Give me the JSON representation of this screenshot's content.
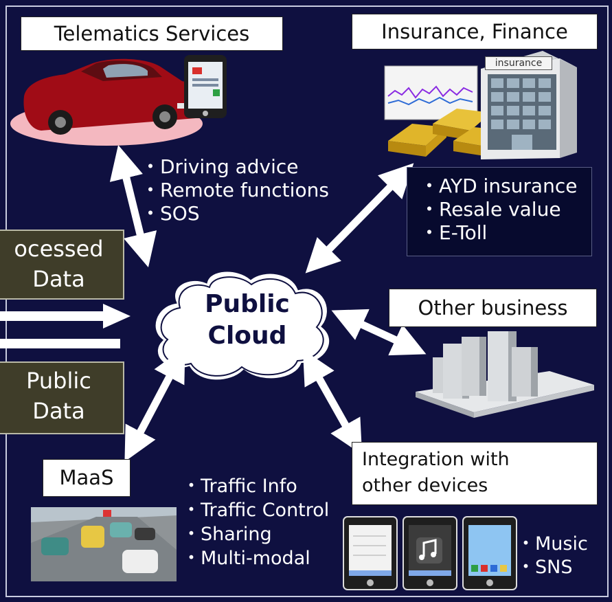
{
  "center": {
    "line1": "Public",
    "line2": "Cloud"
  },
  "telematics": {
    "title": "Telematics Services",
    "bullets": [
      "・Driving advice",
      "・Remote functions",
      "・SOS"
    ]
  },
  "insurance": {
    "title": "Insurance, Finance",
    "building_sign": "insurance",
    "bullets": [
      "・AYD insurance",
      "・Resale value",
      "・E-Toll"
    ]
  },
  "processed": {
    "line1": "ocessed",
    "line2": "Data"
  },
  "public_data": {
    "line1": "Public",
    "line2": "Data"
  },
  "other_business": {
    "title": "Other business"
  },
  "maas": {
    "title": "MaaS",
    "bullets": [
      "・Traffic Info",
      "・Traffic Control",
      "・Sharing",
      "・Multi-modal"
    ]
  },
  "integration": {
    "line1": "Integration with",
    "line2": "other devices",
    "bullets": [
      "・Music",
      "・SNS"
    ]
  },
  "colors": {
    "background": "#0f1040",
    "cloud_fill": "#ffffff",
    "dark_box": "#3f3d29",
    "arrow": "#ffffff"
  },
  "icons": [
    "car-icon",
    "smartphone-icon",
    "gold-bars-icon",
    "building-icon",
    "chart-icon",
    "skyscraper-icon",
    "traffic-scene-icon",
    "tablet-icon",
    "music-note-icon"
  ]
}
